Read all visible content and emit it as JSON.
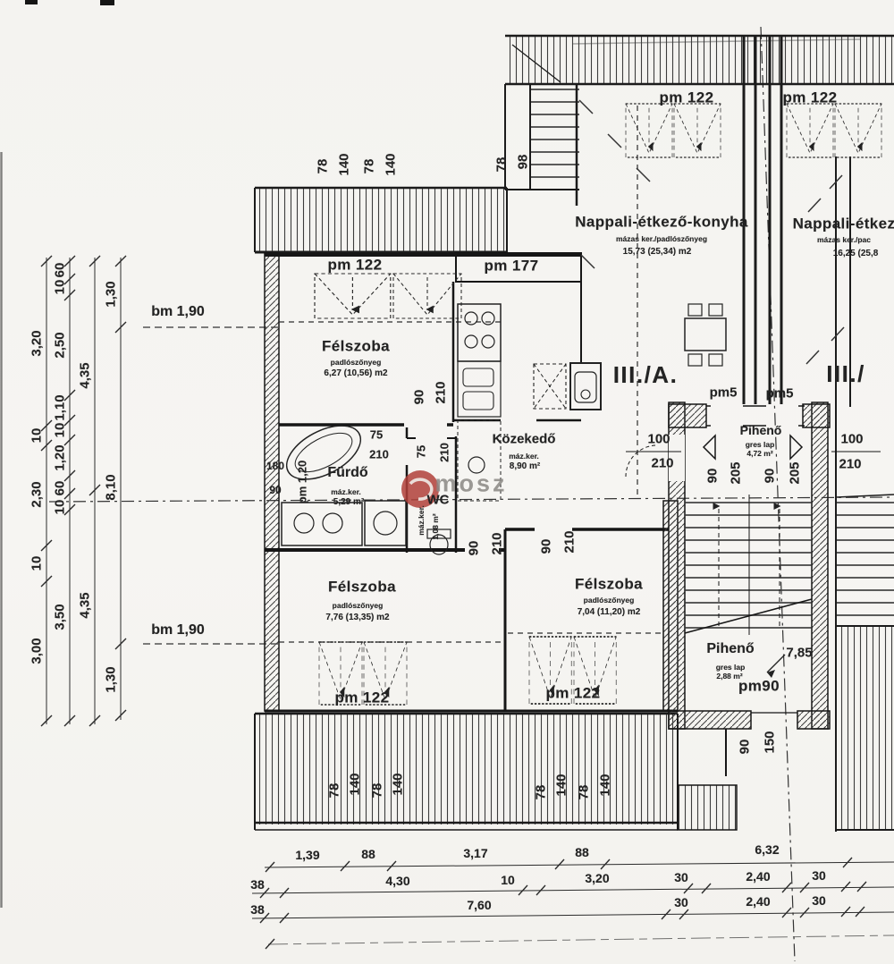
{
  "watermark": {
    "text": "mosz"
  },
  "units": {
    "left_flat": "III./A.",
    "right_flat": "III./"
  },
  "rooms": {
    "felszoba_upper": {
      "name": "Félszoba",
      "finish": "padlószőnyeg",
      "area": "6,27 (10,56) m2"
    },
    "nappali_left": {
      "name": "Nappali-étkező-konyha",
      "finish": "mázas ker./padlószőnyeg",
      "area": "15,73 (25,34) m2"
    },
    "nappali_right": {
      "name": "Nappali-étkez",
      "finish": "mázas ker./pac",
      "area": "16,25 (25,8"
    },
    "furdo": {
      "name": "Fürdő",
      "finish": "máz.ker.",
      "area": "5,29 m²"
    },
    "wc": {
      "name": "WC",
      "finish": "máz.ker.",
      "area": "1,08 m²"
    },
    "kozlekedo": {
      "name": "Közekedő",
      "finish": "máz.ker.",
      "area": "8,90 m²"
    },
    "felszoba_lower_left": {
      "name": "Félszoba",
      "finish": "padlószőnyeg",
      "area": "7,76 (13,35) m2"
    },
    "felszoba_lower_right": {
      "name": "Félszoba",
      "finish": "padlószőnyeg",
      "area": "7,04 (11,20) m2"
    },
    "piheno_upper": {
      "name": "Pihenő",
      "finish": "gres lap",
      "area": "4,72 m²"
    },
    "piheno_lower": {
      "name": "Pihenő",
      "finish": "gres lap",
      "area": "2,88 m²"
    }
  },
  "openings": {
    "pm122": "pm 122",
    "pm177": "pm 177",
    "pm5": "pm5",
    "pm90": "pm90",
    "pm120": "pm 1,20",
    "bm190": "bm 1,90"
  },
  "levels": {
    "stair_landing": "7,85"
  },
  "door_dims": {
    "d75": "75",
    "d78": "78",
    "d90": "90",
    "d98": "98",
    "d100": "100",
    "d140": "140",
    "d150": "150",
    "d180": "180",
    "d205": "205",
    "d210": "210"
  },
  "chains": {
    "left_a": [
      "3,20",
      "10",
      "2,30",
      "10",
      "3,00"
    ],
    "left_b": [
      "60",
      "10",
      "2,50",
      "1,10",
      "10",
      "1,20",
      "60",
      "10",
      "3,50"
    ],
    "left_c": [
      "4,35",
      "4,35"
    ],
    "left_d": [
      "1,30",
      "8,10",
      "1,30"
    ],
    "bottom_row1": [
      "1,39",
      "88",
      "3,17",
      "88",
      "6,32"
    ],
    "bottom_row2": [
      "38",
      "4,30",
      "10",
      "3,20",
      "30",
      "2,40",
      "30"
    ],
    "bottom_row3": [
      "38",
      "7,60",
      "30",
      "2,40",
      "30"
    ]
  }
}
